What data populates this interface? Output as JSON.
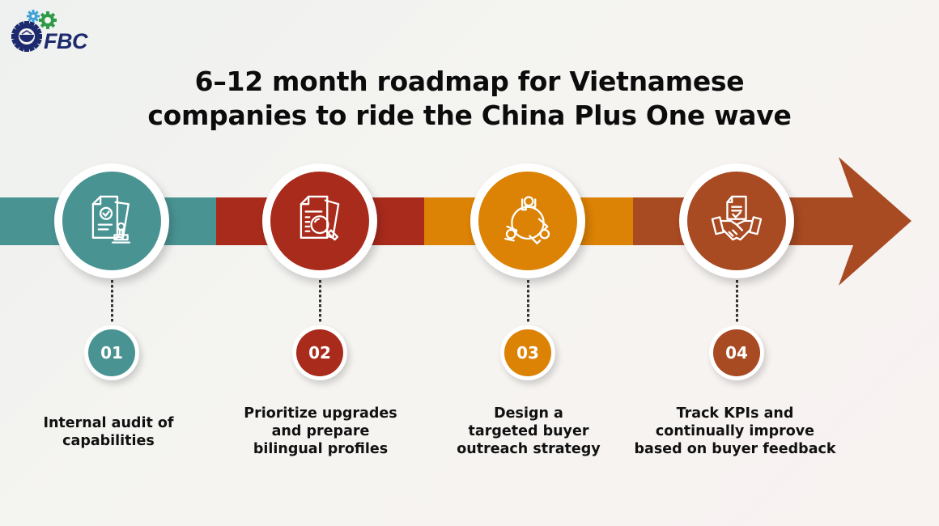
{
  "logo": {
    "text": "FBC",
    "icon": "gears-handshake-logo-icon"
  },
  "title": {
    "line1": "6–12 month roadmap for Vietnamese",
    "line2": "companies to ride the China Plus One wave"
  },
  "colors": {
    "teal": "#4a9393",
    "red": "#a92b1c",
    "orange": "#dc8204",
    "rust": "#a84a22",
    "background": "#f4f3f0"
  },
  "steps": [
    {
      "number": "01",
      "icon": "document-stamp-icon",
      "color": "#4a9393",
      "lines": [
        "Internal audit of",
        "capabilities"
      ]
    },
    {
      "number": "02",
      "icon": "document-magnifier-icon",
      "color": "#a92b1c",
      "lines": [
        "Prioritize upgrades",
        "and prepare",
        "bilingual profiles"
      ]
    },
    {
      "number": "03",
      "icon": "team-meeting-icon",
      "color": "#dc8204",
      "lines": [
        "Design a",
        "targeted buyer",
        "outreach strategy"
      ]
    },
    {
      "number": "04",
      "icon": "contract-handshake-icon",
      "color": "#a84a22",
      "lines": [
        "Track KPIs and",
        "continually improve",
        "based on buyer feedback"
      ]
    }
  ]
}
